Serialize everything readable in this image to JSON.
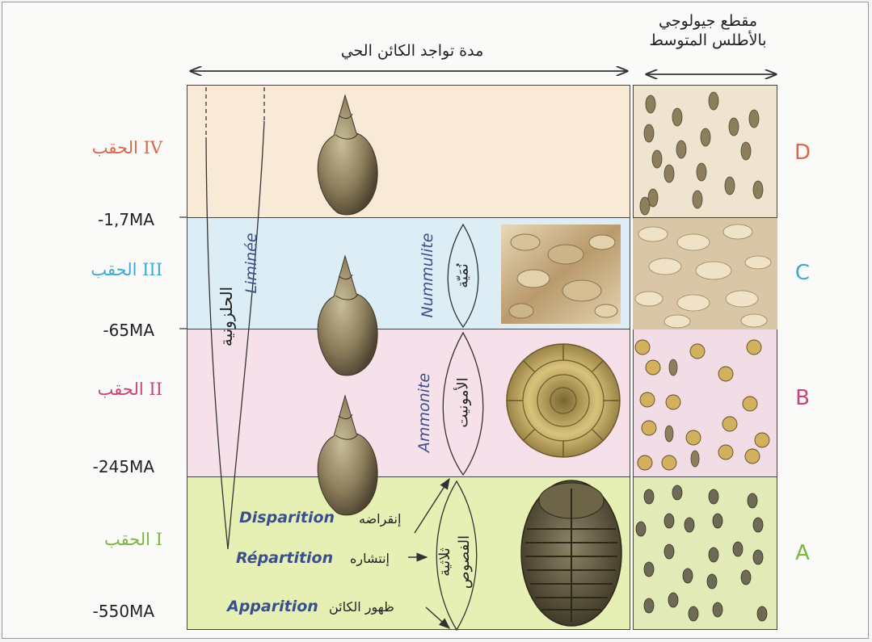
{
  "header": {
    "section_title_line1": "مقطع جيولوجي",
    "section_title_line2": "بالأطلس المتوسط",
    "duration_title": "مدة تواجد الكائن الحي"
  },
  "eras": [
    {
      "label": "الحقب IV",
      "letter": "D",
      "color": "#d9684a"
    },
    {
      "label": "الحقب III",
      "letter": "C",
      "color": "#3fa9d6"
    },
    {
      "label": "الحقب II",
      "letter": "B",
      "color": "#c8457a"
    },
    {
      "label": "الحقب I",
      "letter": "A",
      "color": "#7db541"
    }
  ],
  "boundaries": [
    "-1,7MA",
    "-65MA",
    "-245MA",
    "-550MA"
  ],
  "fossils": {
    "limnee_fr": "Liminée",
    "limnee_ar": "الحلزونية",
    "nummulite_fr": "Nummulite",
    "nummulite_ar": "نُمَيّة",
    "ammonite_fr": "Ammonite",
    "ammonite_ar": "الأمونيت",
    "trilobite_ar_line1": "ثلاثية",
    "trilobite_ar_line2": "الفصوص"
  },
  "legend": {
    "disparition_fr": "Disparition",
    "disparition_ar": "إنقراضه",
    "repartition_fr": "Répartition",
    "repartition_ar": "إنتشاره",
    "apparition_fr": "Apparition",
    "apparition_ar": "ظهور الكائن"
  },
  "colors": {
    "band_d": "#f8ead6",
    "band_c": "#dcedf6",
    "band_b": "#f6e1ea",
    "band_a": "#e6efb4"
  }
}
